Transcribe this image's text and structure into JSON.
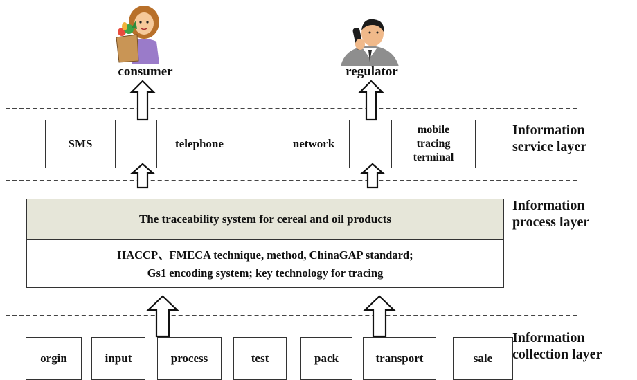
{
  "actors": {
    "consumer": "consumer",
    "regulator": "regulator"
  },
  "layers": {
    "service": [
      "Information",
      "service layer"
    ],
    "process": [
      "Information",
      "process layer"
    ],
    "collection": [
      "Information",
      "collection layer"
    ]
  },
  "service_boxes": {
    "sms": "SMS",
    "telephone": "telephone",
    "network": "network",
    "mobile": [
      "mobile",
      "tracing",
      "terminal"
    ]
  },
  "system": {
    "title": "The traceability system for cereal and oil products",
    "line1": "HACCP、FMECA technique, method, ChinaGAP standard;",
    "line2": "Gs1 encoding system; key technology for tracing"
  },
  "collection_boxes": {
    "orgin": "orgin",
    "input": "input",
    "process": "process",
    "test": "test",
    "pack": "pack",
    "transport": "transport",
    "sale": "sale"
  }
}
